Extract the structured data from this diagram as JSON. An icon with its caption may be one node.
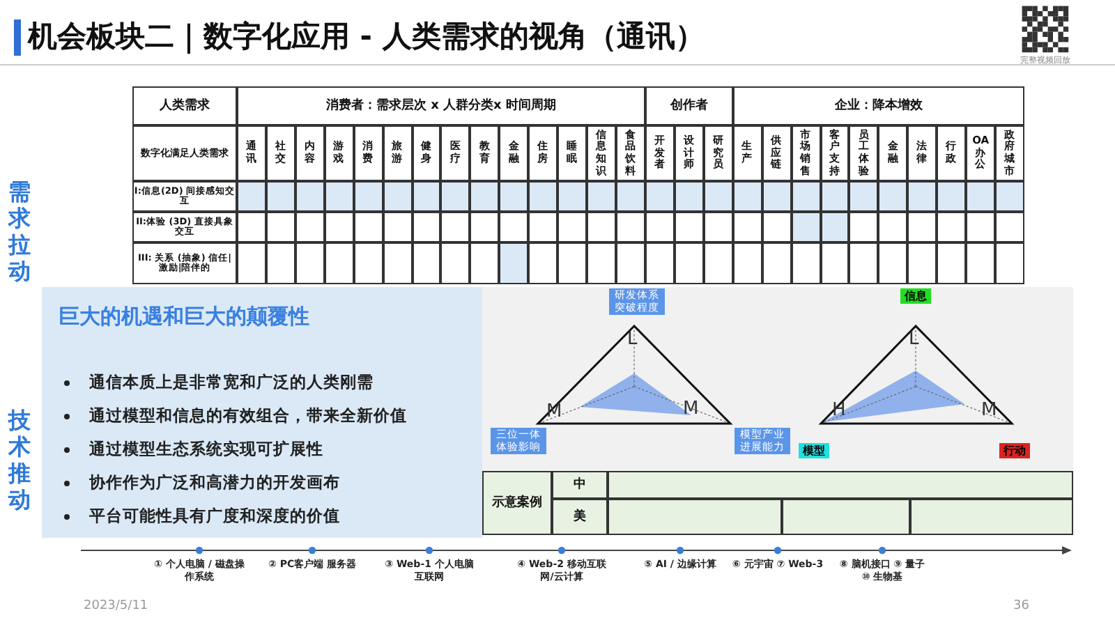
{
  "diagram": {
    "title": "机会板块二｜数字化应用 - 人类需求的视角（通讯）",
    "nodes": [
      {
        "text": [
          "巨大的机遇和巨大的颠覆性",
          "通信本质上是非常宽和广泛的人类刚需",
          "通过模型和信息的有效组合，带来全新价值",
          "通过模型生态系统实现可扩展性",
          "协作作为广泛和高潜力的开发画布",
          "平台可能性具有广度和深度的价值"
        ]
      },
      {
        "text": [
          "研发体系突破程度"
        ]
      },
      {
        "text": [
          "三位一体体验影响"
        ]
      },
      {
        "text": [
          "模型产业进展能力"
        ]
      },
      {
        "text": [
          "信息"
        ]
      },
      {
        "text": [
          "模型"
        ]
      },
      {
        "text": [
          "行动"
        ]
      }
    ],
    "labels": [
      "人类需求",
      "消费者：需求层次 x 人群分类x 时间周期",
      "创作者",
      "企业：降本增效",
      "数字化满足人类需求",
      "通讯",
      "社交",
      "内容",
      "游戏",
      "消费",
      "旅游",
      "健身",
      "医疗",
      "教育",
      "金融",
      "住房",
      "睡眠",
      "信息知识",
      "食品饮料",
      "开发者",
      "设计师",
      "研究员",
      "生产",
      "供应链",
      "市场销售",
      "客户支持",
      "员工体验",
      "金融",
      "法律",
      "行政",
      "OA办公",
      "政府城市",
      "I:信息(2D) 间接感知交互",
      "II:体验 (3D) 直接具象交互",
      "III: 关系 (抽象) 信任|激励|陪伴的",
      "需求拉动",
      "技术推动",
      "L",
      "M",
      "M",
      "L",
      "H",
      "M",
      "示意案例",
      "中",
      "美",
      "① 个人电脑 / 磁盘操作系统",
      "② PC客户端 服务器",
      "③ Web-1 个人电脑互联网",
      "④ Web-2 移动互联网/云计算",
      "⑤ AI / 边缘计算",
      "⑥ 元宇宙 ⑦ Web-3",
      "⑧ 脑机接口 ⑨ 量子 ⑩ 生物基",
      "2023/5/11",
      "36",
      "完整视频回放"
    ]
  }
}
